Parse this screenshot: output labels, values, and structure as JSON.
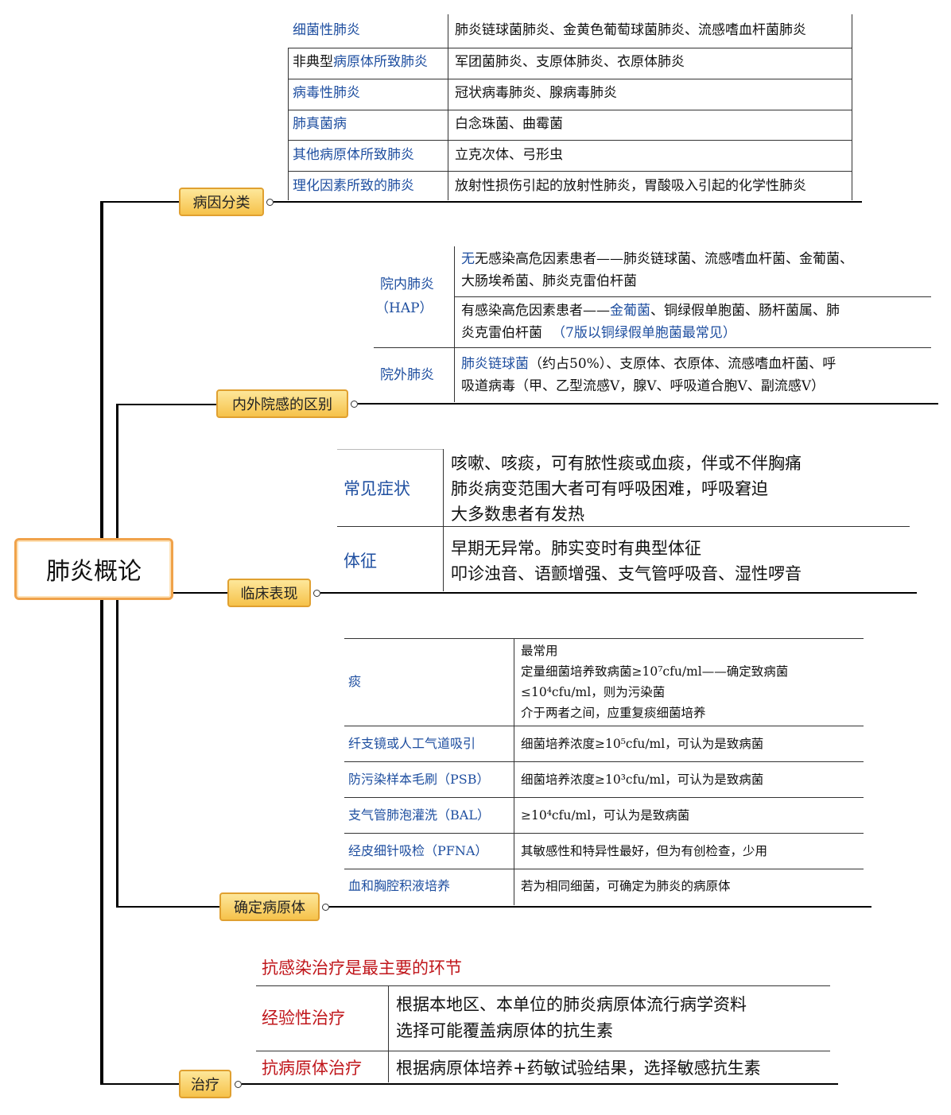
{
  "root": {
    "label": "肺炎概论"
  },
  "branches": {
    "etiology": {
      "label": "病因分类",
      "rows": [
        {
          "k": "细菌性肺炎",
          "v": "肺炎链球菌肺炎、金黄色葡萄球菌肺炎、流感嗜血杆菌肺炎"
        },
        {
          "k": "非典型病原体所致肺炎",
          "v": "军团菌肺炎、支原体肺炎、衣原体肺炎"
        },
        {
          "k": "病毒性肺炎",
          "v": "冠状病毒肺炎、腺病毒肺炎"
        },
        {
          "k": "肺真菌病",
          "v": "白念珠菌、曲霉菌"
        },
        {
          "k": "其他病原体所致肺炎",
          "v": "立克次体、弓形虫"
        },
        {
          "k": "理化因素所致的肺炎",
          "v": "放射性损伤引起的放射性肺炎，胃酸吸入引起的化学性肺炎"
        }
      ]
    },
    "hospital": {
      "label": "内外院感的区别",
      "hap_label1": "院内肺炎",
      "hap_label2": "（HAP）",
      "hap_no1_a": "无感染高危因素患者——肺炎链球菌、流感嗜血杆菌、金葡菌、",
      "hap_no1_b": "大肠埃希菌、肺炎克雷伯杆菌",
      "hap_yes_a1": "有感染高危因素患者——",
      "hap_yes_a2": "金葡菌",
      "hap_yes_a3": "、铜绿假单胞菌、肠杆菌属、肺",
      "hap_yes_b1": "炎克雷伯杆菌",
      "hap_yes_b2": "（7版以铜绿假单胞菌最常见）",
      "cap_label": "院外肺炎",
      "cap_a1": "肺炎链球菌",
      "cap_a2": "（约占50%）、支原体、衣原体、流感嗜血杆菌、呼",
      "cap_b": "吸道病毒（甲、乙型流感V，腺V、呼吸道合胞V、副流感V）"
    },
    "clinical": {
      "label": "临床表现",
      "symptoms_label": "常见症状",
      "symptoms": [
        "咳嗽、咳痰，可有脓性痰或血痰，伴或不伴胸痛",
        "肺炎病变范围大者可有呼吸困难，呼吸窘迫",
        "大多数患者有发热"
      ],
      "signs_label": "体征",
      "signs": [
        "早期无异常。肺实变时有典型体征",
        "叩诊浊音、语颤增强、支气管呼吸音、湿性啰音"
      ]
    },
    "pathogen": {
      "label": "确定病原体",
      "sputum_label": "痰",
      "sputum_lines": [
        "最常用",
        "定量细菌培养致病菌≥10⁷cfu/ml——确定致病菌",
        "≤10⁴cfu/ml，则为污染菌",
        "介于两者之间，应重复痰细菌培养"
      ],
      "rows": [
        {
          "k": "纤支镜或人工气道吸引",
          "v": "细菌培养浓度≥10⁵cfu/ml，可认为是致病菌"
        },
        {
          "k": "防污染样本毛刷（PSB）",
          "v": "细菌培养浓度≥10³cfu/ml，可认为是致病菌"
        },
        {
          "k": "支气管肺泡灌洗（BAL）",
          "v": "≥10⁴cfu/ml，可认为是致病菌"
        },
        {
          "k": "经皮细针吸检（PFNA）",
          "v": "其敏感性和特异性最好，但为有创检查，少用"
        },
        {
          "k": "血和胸腔积液培养",
          "v": "若为相同细菌，可确定为肺炎的病原体"
        }
      ]
    },
    "treatment": {
      "label": "治疗",
      "headline": "抗感染治疗是最主要的环节",
      "empirical_label": "经验性治疗",
      "empirical": [
        "根据本地区、本单位的肺炎病原体流行病学资料",
        "选择可能覆盖病原体的抗生素"
      ],
      "targeted_label": "抗病原体治疗",
      "targeted": "根据病原体培养+药敏试验结果，选择敏感抗生素"
    }
  }
}
